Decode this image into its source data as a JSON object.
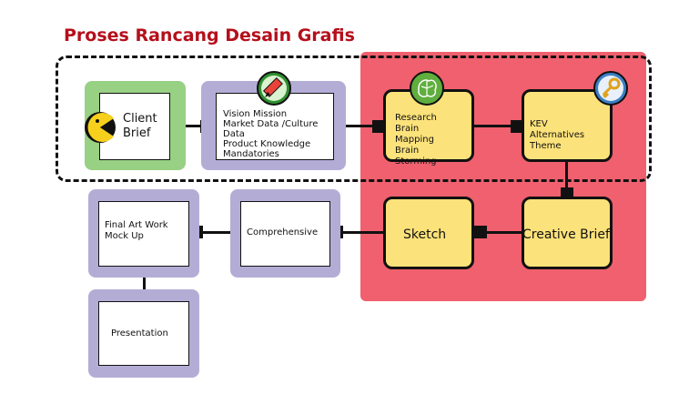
{
  "title": "Proses Rancang Desain Grafis",
  "nodes": {
    "client_brief": "Client\nBrief",
    "vision": "Vision Mission\nMarket Data /Culture\nData\nProduct Knowledge\nMandatories",
    "research": "Research\nBrain\nMapping\nBrain\nStorming",
    "kev": "KEV\nAlternatives\nTheme",
    "creative_brief": "Creative Brief",
    "sketch": "Sketch",
    "comprehensive": "Comprehensive",
    "final_art": "Final Art Work\nMock Up",
    "presentation": "Presentation"
  },
  "icons": {
    "client": "pacman-icon",
    "vision": "pencil-icon",
    "research": "brain-icon",
    "kev": "key-icon"
  },
  "colors": {
    "title": "#b50f1b",
    "red_zone": "#f0606e",
    "yellow_node": "#fce27a",
    "green_halo": "#98d084",
    "purple_halo": "#b3add6"
  }
}
